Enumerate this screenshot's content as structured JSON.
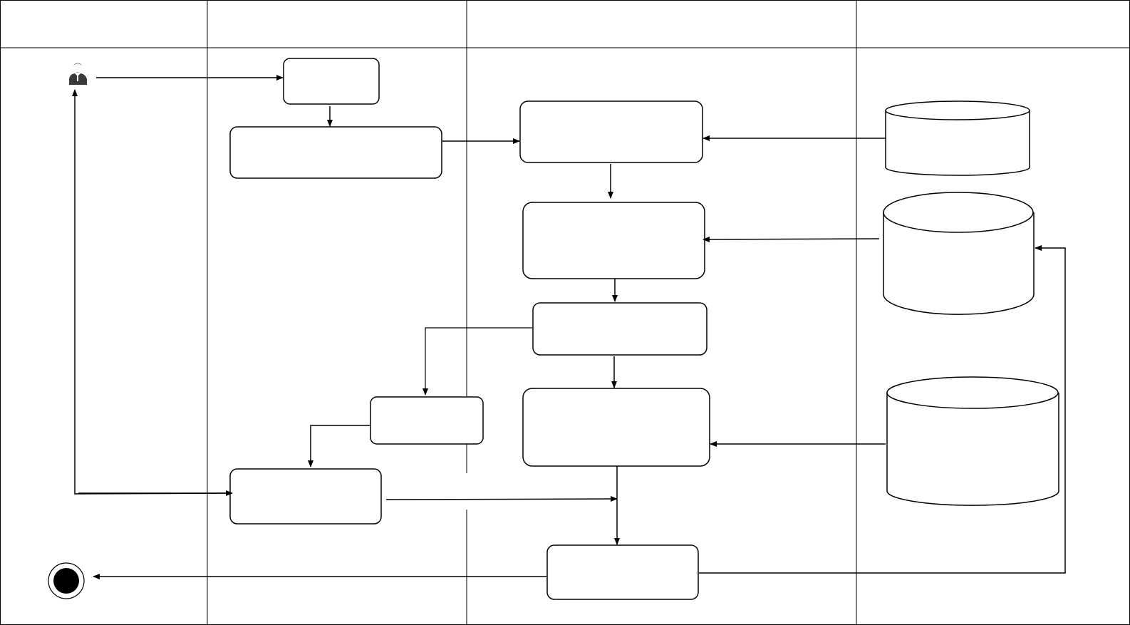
{
  "diagram": {
    "type": "swimlane-activity-diagram",
    "lanes": [
      {
        "id": "lane-1",
        "label": ""
      },
      {
        "id": "lane-2",
        "label": ""
      },
      {
        "id": "lane-3",
        "label": ""
      },
      {
        "id": "lane-4",
        "label": ""
      }
    ],
    "actor": {
      "label": "",
      "icon": "user-icon"
    },
    "end_node": {
      "icon": "final-node-icon"
    },
    "activities": [
      {
        "id": "act-1",
        "label": ""
      },
      {
        "id": "act-2",
        "label": ""
      },
      {
        "id": "act-3",
        "label": ""
      },
      {
        "id": "act-4",
        "label": ""
      },
      {
        "id": "act-5",
        "label": ""
      },
      {
        "id": "act-6",
        "label": ""
      },
      {
        "id": "act-7",
        "label": ""
      },
      {
        "id": "act-8",
        "label": ""
      },
      {
        "id": "act-9",
        "label": ""
      }
    ],
    "datastores": [
      {
        "id": "db-1",
        "label": ""
      },
      {
        "id": "db-2",
        "label": ""
      },
      {
        "id": "db-3",
        "label": ""
      }
    ],
    "colors": {
      "stroke": "#000000",
      "fill": "#ffffff",
      "actor": "#3a3a3a"
    }
  }
}
